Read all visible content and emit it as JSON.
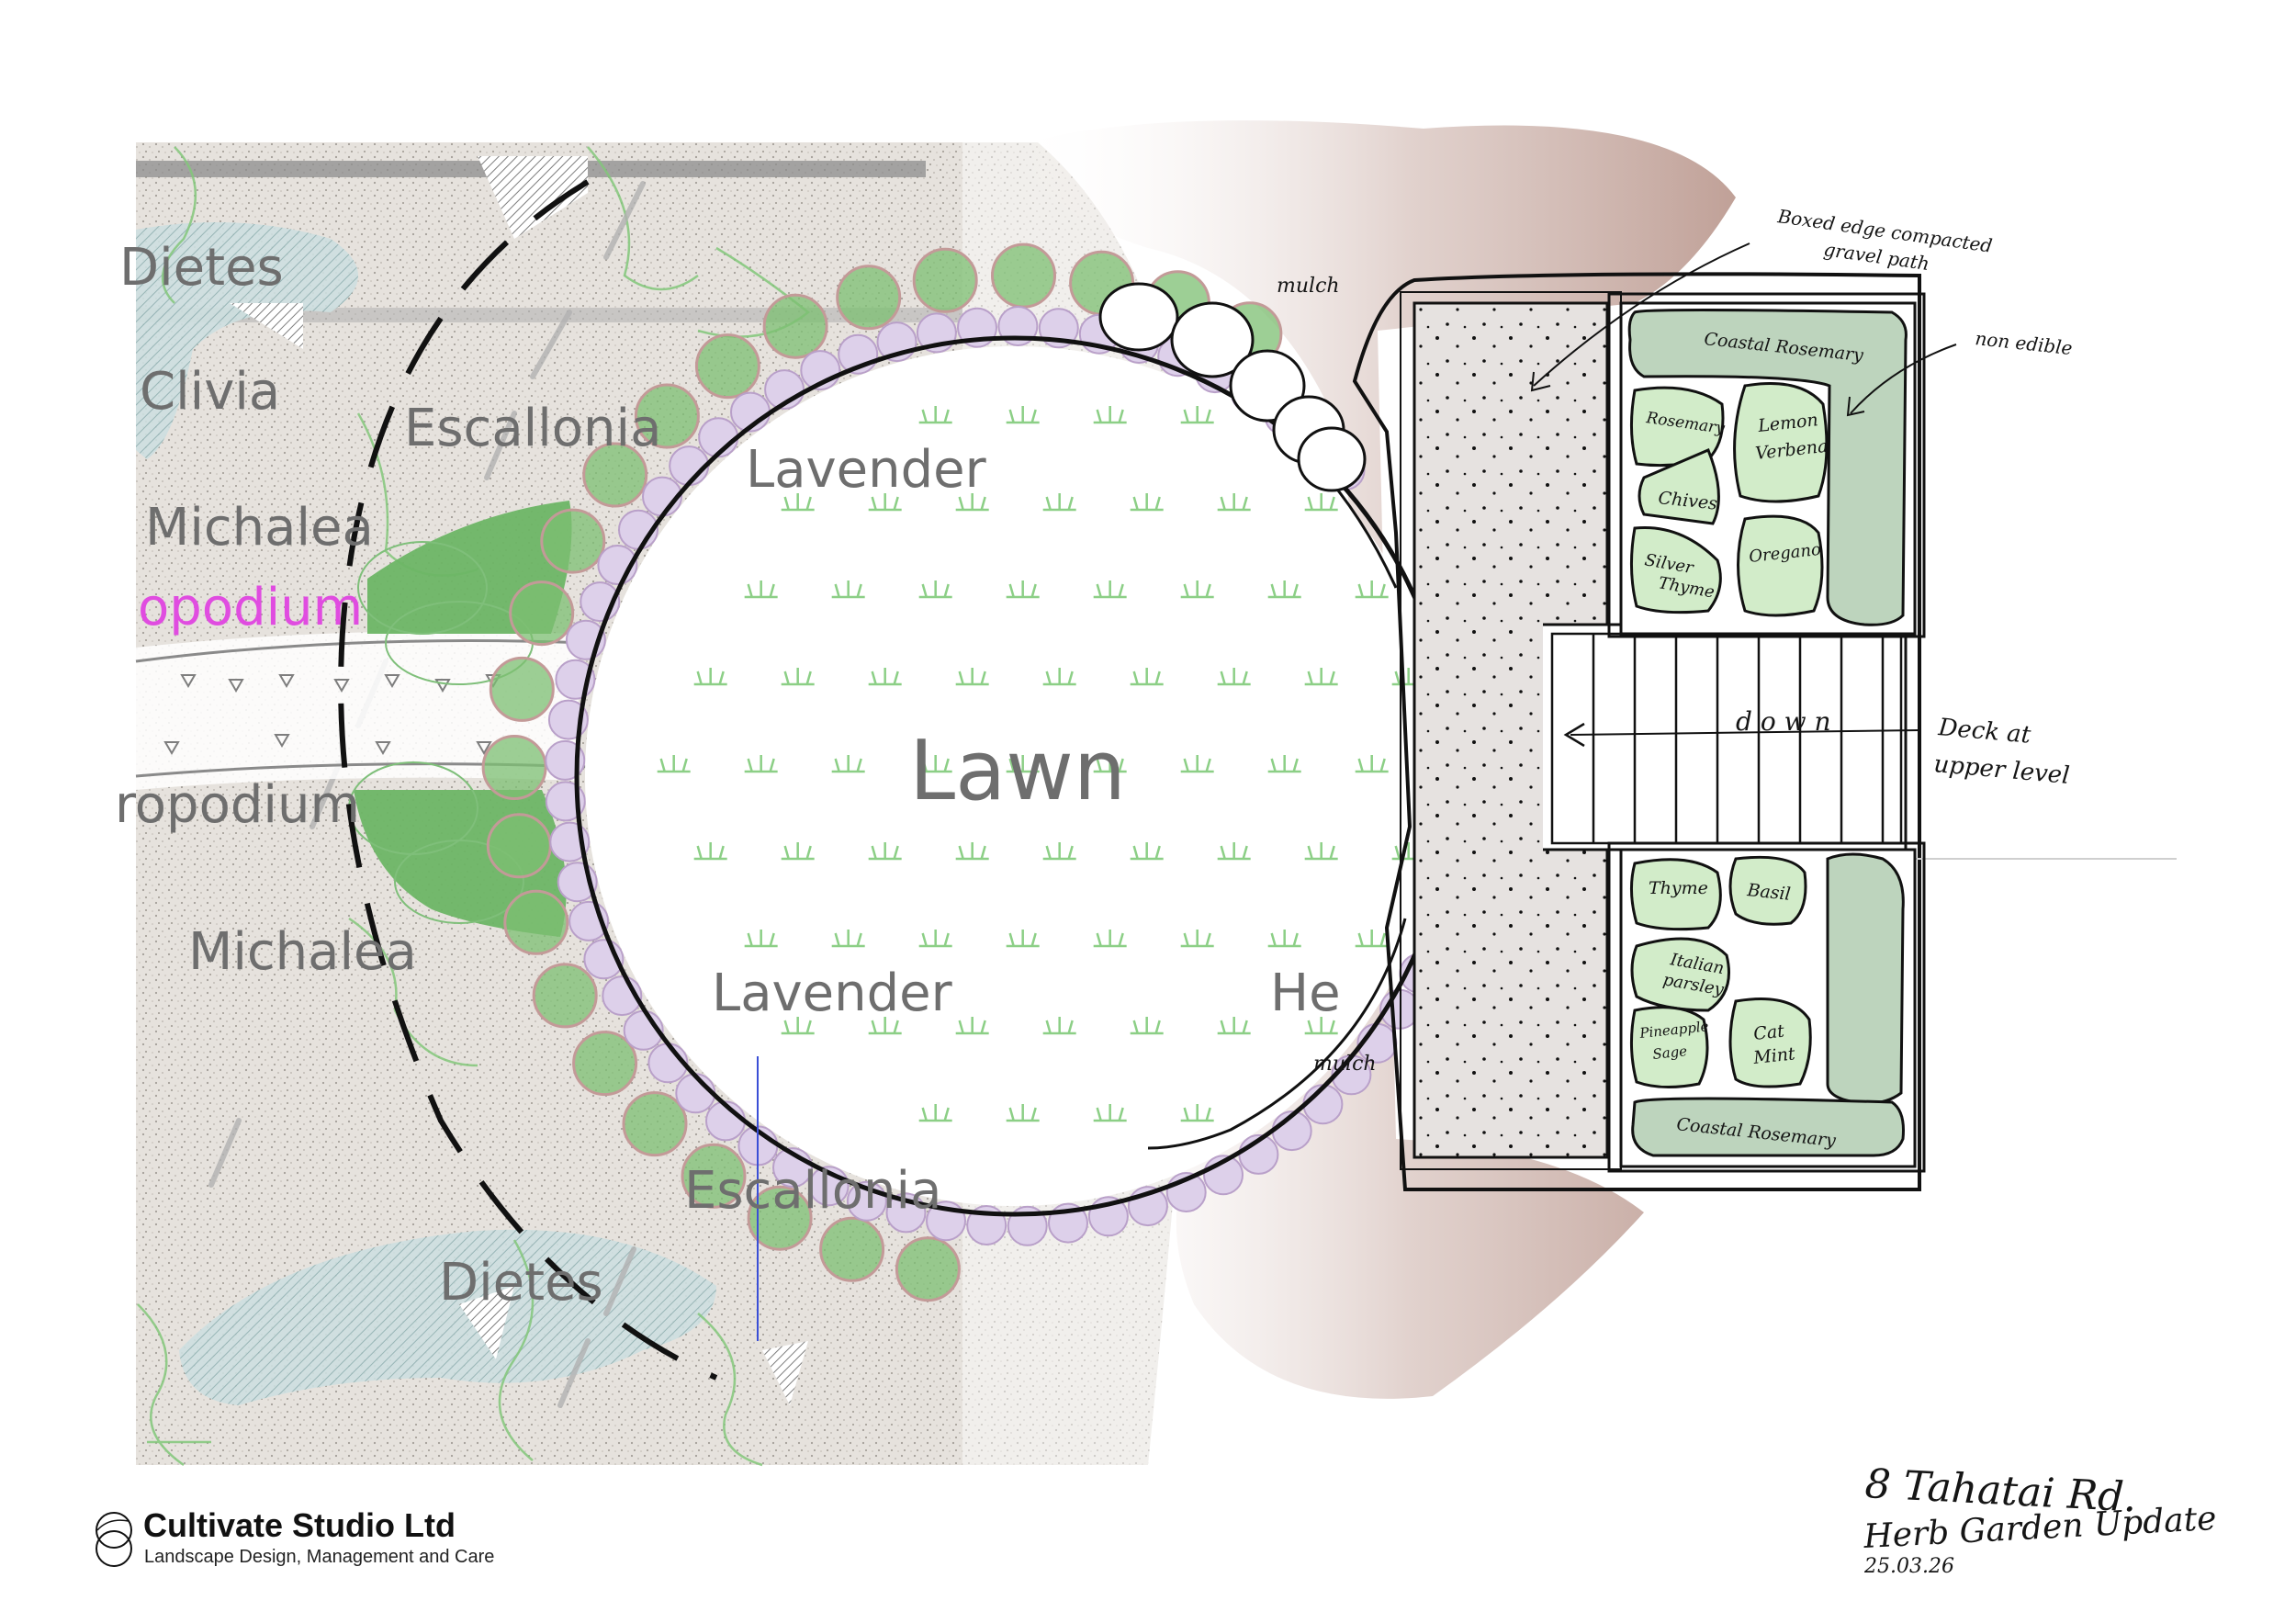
{
  "plan": {
    "lawn": "Lawn",
    "cad_labels": {
      "dietes_top": "Dietes",
      "clivia": "Clivia",
      "escallonia_top": "Escallonia",
      "michalea_top": "Michalea",
      "podium_top": "opodium",
      "lavender_top": "Lavender",
      "podium_bottom": "ropodium",
      "michalea_bottom": "Michalea",
      "lavender_bottom": "Lavender",
      "he_cut": "He",
      "escallonia_bottom": "Escallonia",
      "dietes_bottom": "Dietes"
    },
    "annotations": {
      "mulch_top": "mulch",
      "mulch_bottom": "mulch",
      "path_note_line1": "Boxed edge compacted",
      "path_note_line2": "gravel path",
      "non_edible": "non edible",
      "down": "d  o  w  n",
      "deck_line1": "Deck at",
      "deck_line2": "upper level"
    },
    "beds": {
      "upper": {
        "coastal_rosemary": "Coastal Rosemary",
        "rosemary": "Rosemary",
        "lemon_line1": "Lemon",
        "lemon_line2": "Verbena",
        "chives": "Chives",
        "silver_line1": "Silver",
        "silver_line2": "Thyme",
        "oregano": "Oregano"
      },
      "lower": {
        "thyme": "Thyme",
        "basil": "Basil",
        "italian_line1": "Italian",
        "italian_line2": "parsley",
        "pineapple_line1": "Pineapple",
        "pineapple_line2": "Sage",
        "cat_line1": "Cat",
        "cat_line2": "Mint",
        "coastal_rosemary": "Coastal Rosemary"
      }
    },
    "title_block": {
      "line1": "8 Tahatai Rd.",
      "line2": "Herb Garden Update",
      "date": "25.03.26"
    }
  },
  "logo": {
    "name": "Cultivate Studio Ltd",
    "tagline": "Landscape Design, Management and Care"
  },
  "colors": {
    "plant_green": "#7cbf72",
    "herb_bed_green": "#d2ecc9",
    "lavender": "#ddd0ea",
    "mulch": "#bfa198",
    "gravel": "#e4dfdd",
    "pink_label": "#e04ce0"
  }
}
